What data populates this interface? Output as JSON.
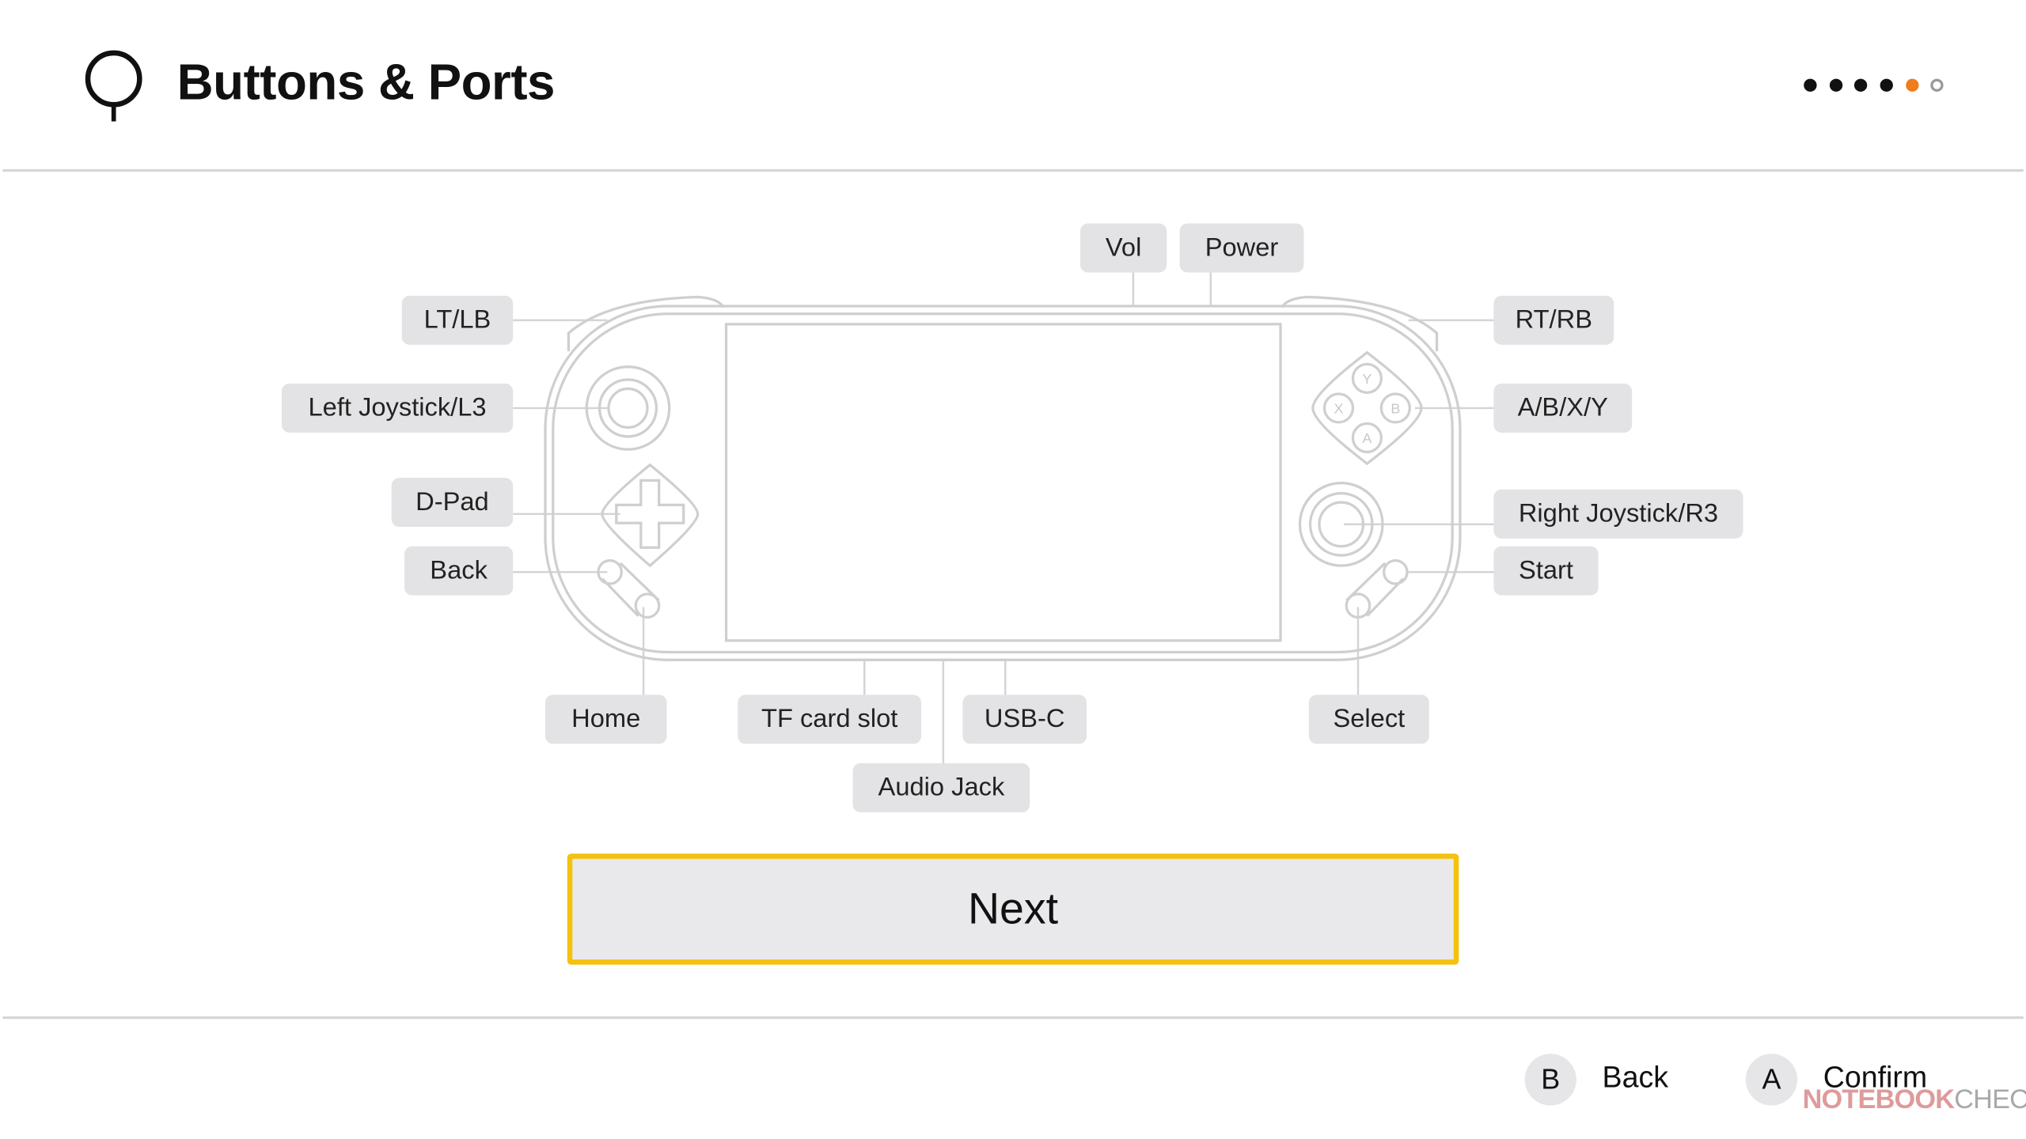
{
  "header": {
    "title": "Buttons & Ports",
    "icon": "location-pin-icon",
    "progress": {
      "total_steps": 6,
      "current_step": 5,
      "active_color": "#f07c1b",
      "done_color": "#111111"
    }
  },
  "diagram": {
    "labels": {
      "vol": "Vol",
      "power": "Power",
      "lt_lb": "LT/LB",
      "rt_rb": "RT/RB",
      "left_joystick": "Left Joystick/L3",
      "abxy": "A/B/X/Y",
      "dpad": "D-Pad",
      "right_joystick": "Right Joystick/R3",
      "back": "Back",
      "start": "Start",
      "home": "Home",
      "tf_card": "TF card slot",
      "usb_c": "USB-C",
      "select": "Select",
      "audio_jack": "Audio Jack"
    },
    "face_buttons": {
      "y": "Y",
      "x": "X",
      "b": "B",
      "a": "A"
    }
  },
  "next_button": {
    "label": "Next",
    "focus_color": "#f4c20d"
  },
  "footer": {
    "hints": [
      {
        "key": "B",
        "label": "Back"
      },
      {
        "key": "A",
        "label": "Confirm"
      }
    ]
  },
  "watermark": {
    "part1": "NOTEBOOK",
    "part2": "CHECK"
  }
}
